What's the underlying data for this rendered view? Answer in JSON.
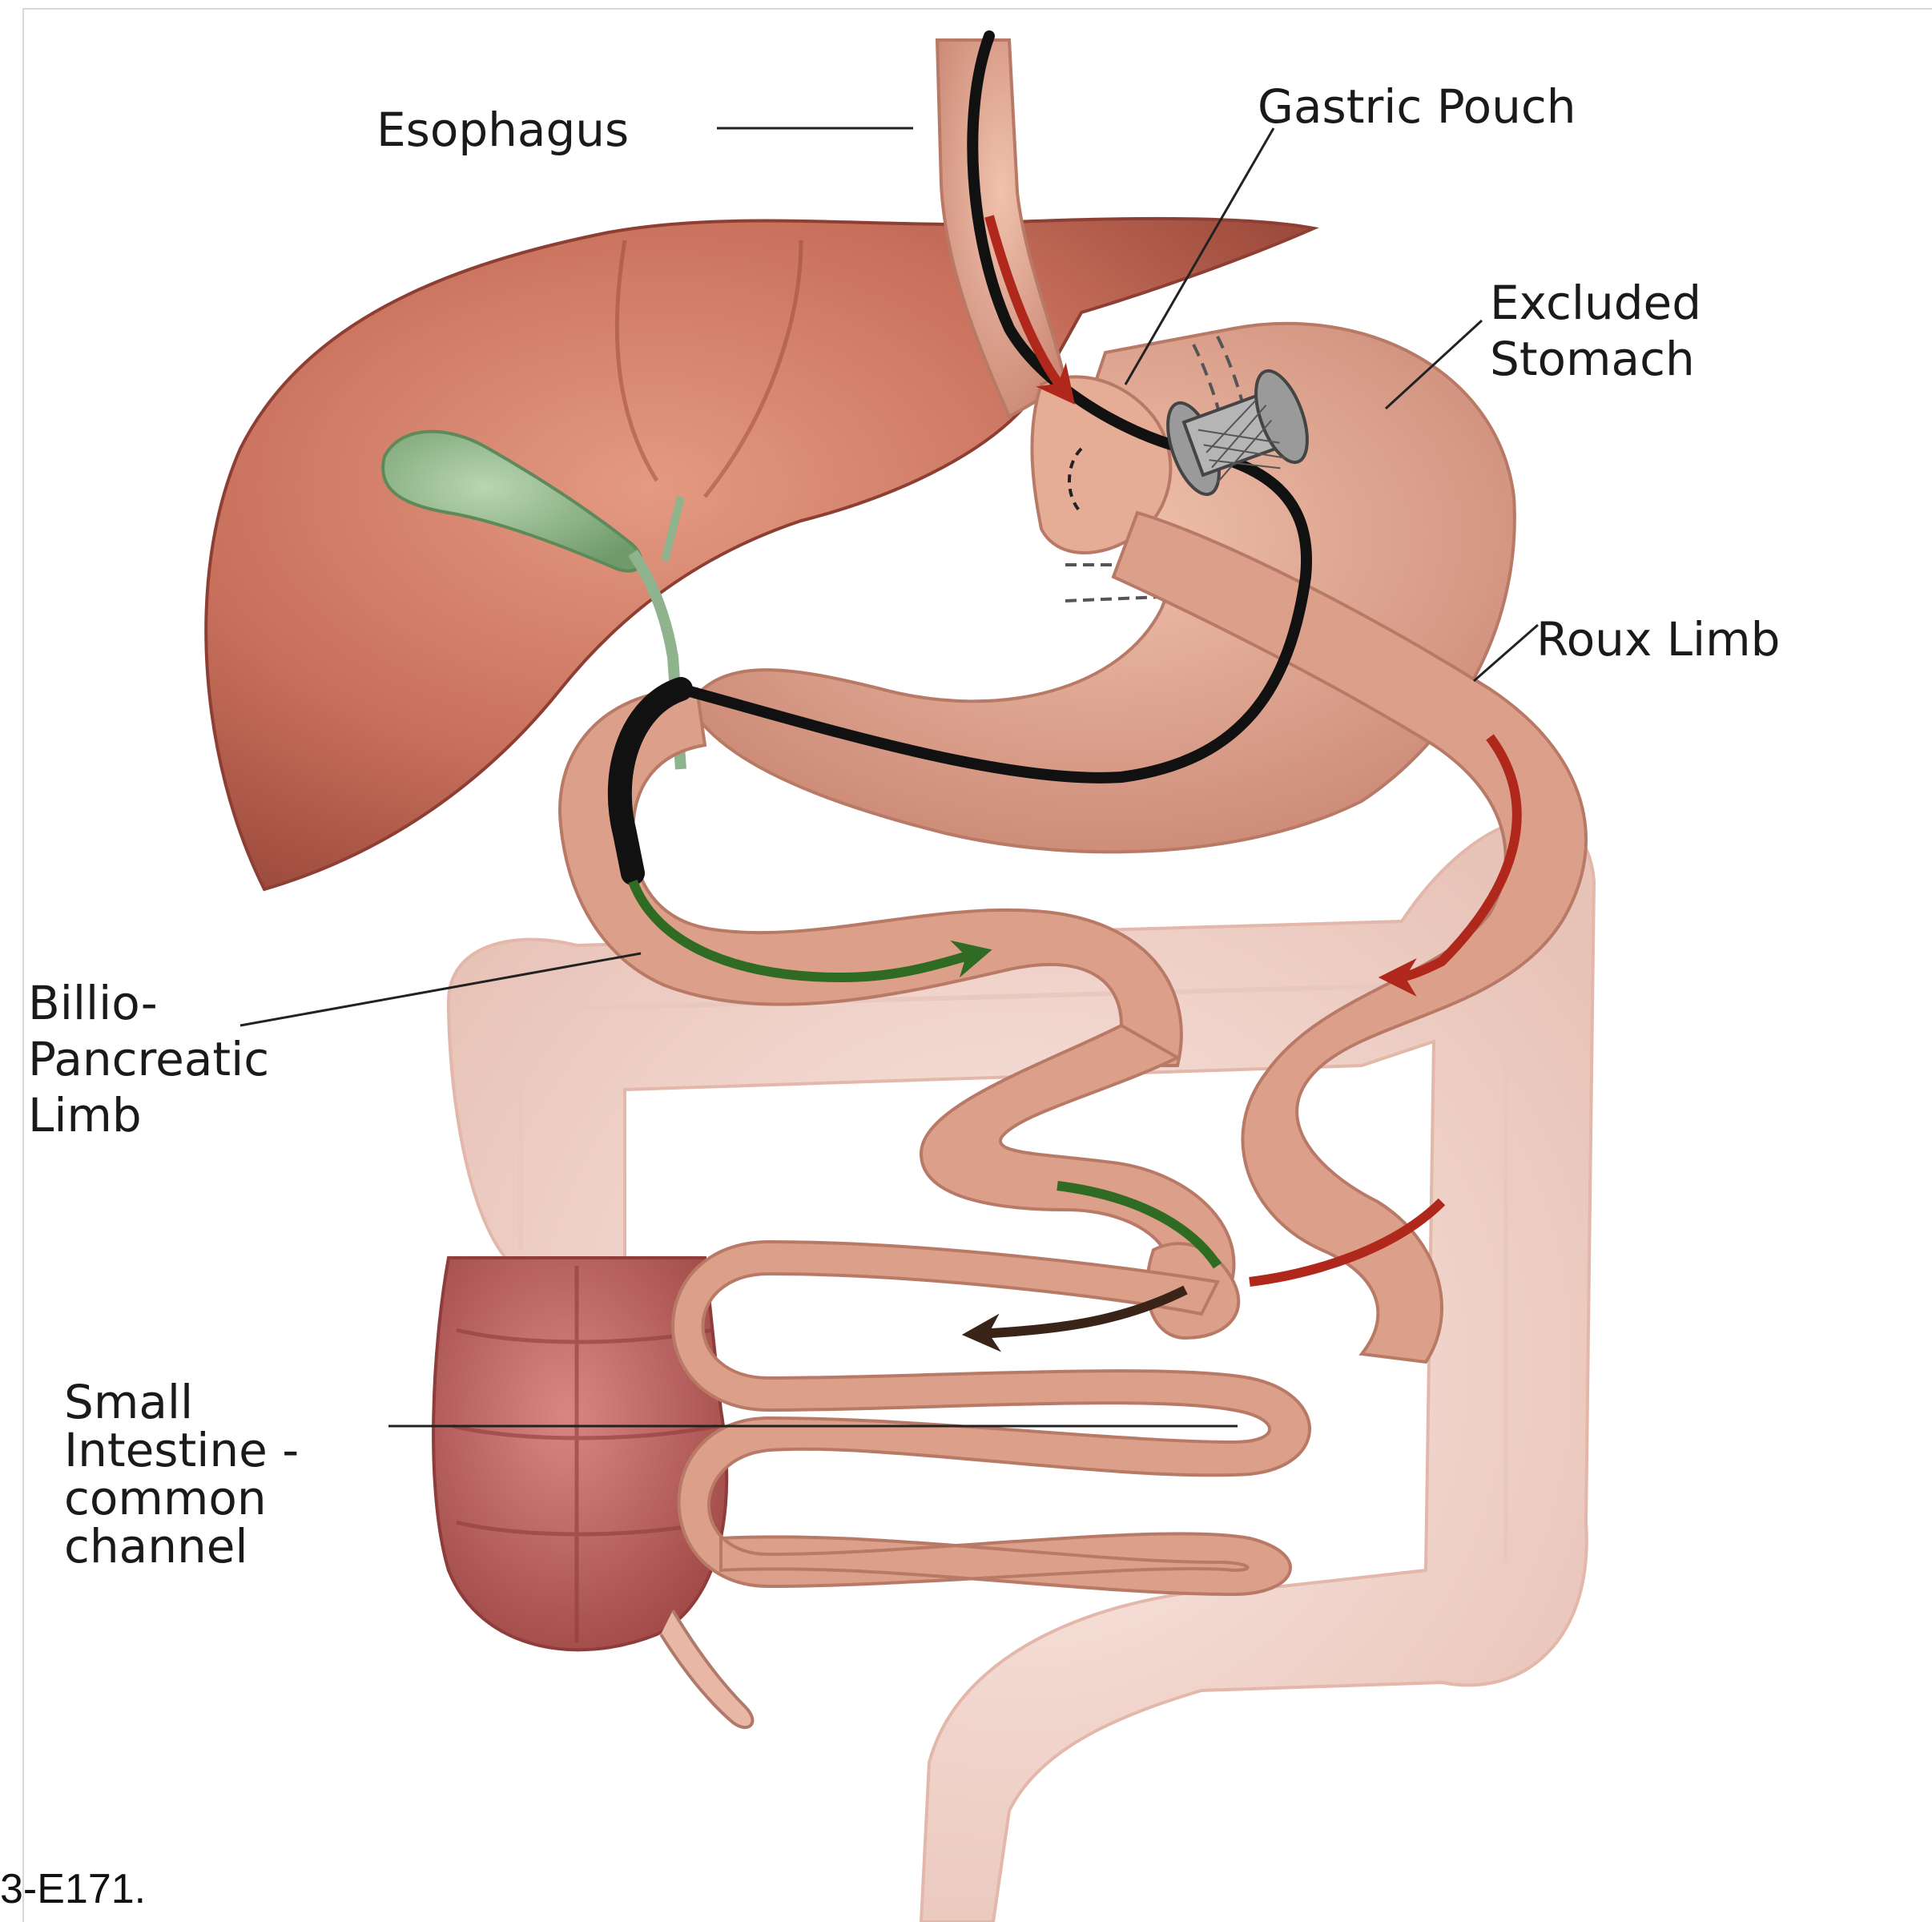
{
  "labels": {
    "esophagus": "Esophagus",
    "gastric_pouch": "Gastric Pouch",
    "excluded_stomach": [
      "Excluded",
      "Stomach"
    ],
    "roux_limb": "Roux Limb",
    "biliopancreatic_limb": [
      "Billio-",
      "Pancreatic",
      "Limb"
    ],
    "common_channel": [
      "Small",
      "Intestine -",
      "common",
      "channel"
    ]
  },
  "caption": "3-E171.",
  "colors": {
    "liver": "#c8705c",
    "stomach": "#dca08a",
    "intestine": "#d99a88",
    "colon": "#f2d4cc",
    "cecum": "#b85c5a",
    "gallbladder": "#8fb38c",
    "endoscope": "#111111",
    "arrow_red": "#b0281c",
    "arrow_green": "#2f6b22",
    "arrow_dark": "#3a2418"
  }
}
